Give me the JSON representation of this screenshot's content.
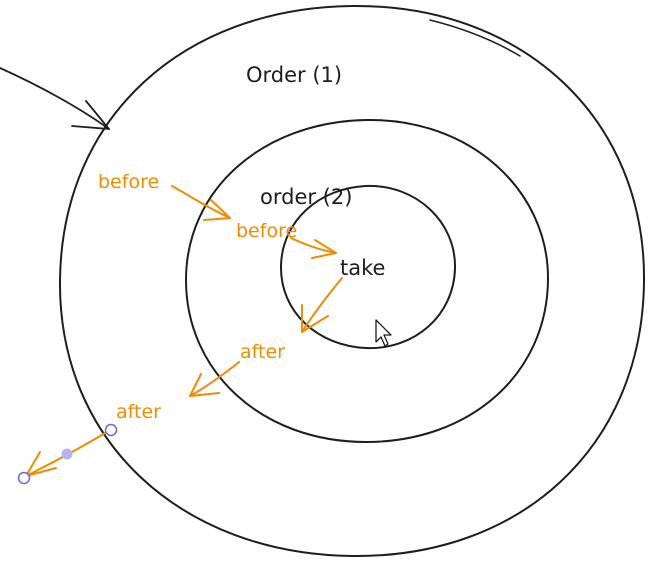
{
  "colors": {
    "stroke": "#1e1e1e",
    "accent": "#f08c00",
    "handle_fill": "#ffffff",
    "handle_stroke": "#6965db",
    "handle_mid": "#b9b3f0",
    "background": "#ffffff"
  },
  "labels": {
    "outer_ring": "Order (1)",
    "middle_ring": "order (2)",
    "core": "take",
    "before_outer": "before",
    "before_inner": "before",
    "after_inner": "after",
    "after_outer": "after"
  },
  "icons": {
    "cursor": "mouse-pointer-icon"
  }
}
